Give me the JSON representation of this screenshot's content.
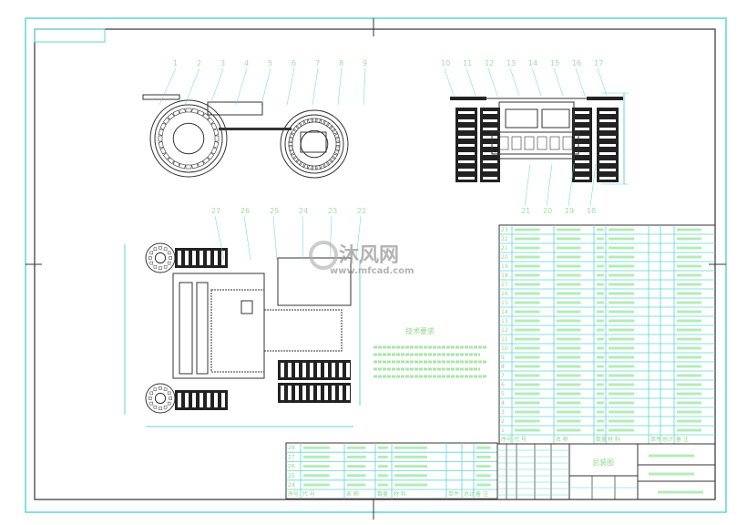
{
  "drawing": {
    "title": "总装图",
    "tech_req_title": "技术要求",
    "side_view_labels": [
      "1",
      "2",
      "3",
      "4",
      "5",
      "6",
      "7",
      "8",
      "9"
    ],
    "front_view_labels_top": [
      "10",
      "11",
      "12",
      "13",
      "14",
      "15",
      "16",
      "17"
    ],
    "front_view_labels_bottom": [
      "21",
      "20",
      "19",
      "18"
    ],
    "top_view_labels": [
      "27",
      "26",
      "25",
      "24",
      "23",
      "22"
    ]
  },
  "parts_table": {
    "header": [
      "序号",
      "代 号",
      "名 称",
      "数量",
      "材 料",
      "单件",
      "总计",
      "备 注"
    ],
    "row_numbers": [
      "23",
      "22",
      "21",
      "20",
      "19",
      "18",
      "17",
      "16",
      "15",
      "14",
      "13",
      "12",
      "11",
      "10",
      "9",
      "8",
      "7",
      "6",
      "5",
      "4",
      "3",
      "2",
      "1"
    ]
  },
  "left_bom": {
    "header": [
      "序号",
      "代 号",
      "名 称",
      "数量",
      "材 料",
      "单件",
      "总计",
      "备 注"
    ],
    "row_numbers": [
      "28",
      "27",
      "26",
      "25",
      "24"
    ]
  },
  "watermark": {
    "brand": "沐风网",
    "url": "www.mfcad.com"
  },
  "colors": {
    "frame": "#5fd6d6",
    "lines": "#333333",
    "text": "#8fd88f"
  }
}
